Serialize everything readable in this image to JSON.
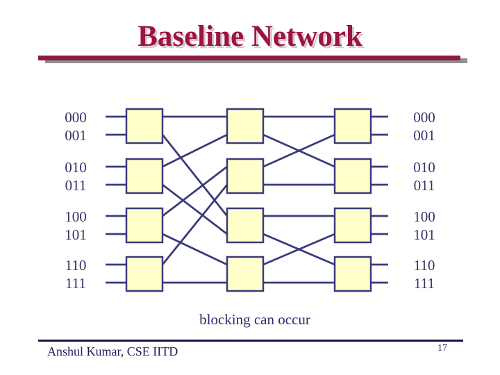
{
  "slide": {
    "title": "Baseline Network",
    "caption": "blocking can occur",
    "footer": {
      "author": "Anshul Kumar, CSE IITD",
      "page_number": "17"
    }
  },
  "colors": {
    "title_text": "#9C1440",
    "title_shadow": "#DCC4CE",
    "title_bar": "#8E1B42",
    "bar_shadow": "#909090",
    "diagram_line": "#3A3A7C",
    "switch_fill": "#FFFFCC",
    "label_text": "#33336B",
    "caption_text": "#2B2B6B",
    "footer_text": "#1B1B5E",
    "footer_line": "#15154B"
  },
  "network": {
    "type": "baseline-multistage-interconnection",
    "stages": 3,
    "switches_per_stage": 4,
    "ports_per_switch": 2,
    "input_labels": [
      "000",
      "001",
      "010",
      "011",
      "100",
      "101",
      "110",
      "111"
    ],
    "output_labels": [
      "000",
      "001",
      "010",
      "011",
      "100",
      "101",
      "110",
      "111"
    ],
    "connections_stage1_to_stage2": [
      [
        0,
        0
      ],
      [
        1,
        4
      ],
      [
        2,
        1
      ],
      [
        3,
        5
      ],
      [
        4,
        2
      ],
      [
        5,
        6
      ],
      [
        6,
        3
      ],
      [
        7,
        7
      ]
    ],
    "connections_stage2_to_stage3": [
      [
        0,
        0
      ],
      [
        1,
        2
      ],
      [
        2,
        1
      ],
      [
        3,
        3
      ],
      [
        4,
        4
      ],
      [
        5,
        6
      ],
      [
        6,
        5
      ],
      [
        7,
        7
      ]
    ]
  }
}
